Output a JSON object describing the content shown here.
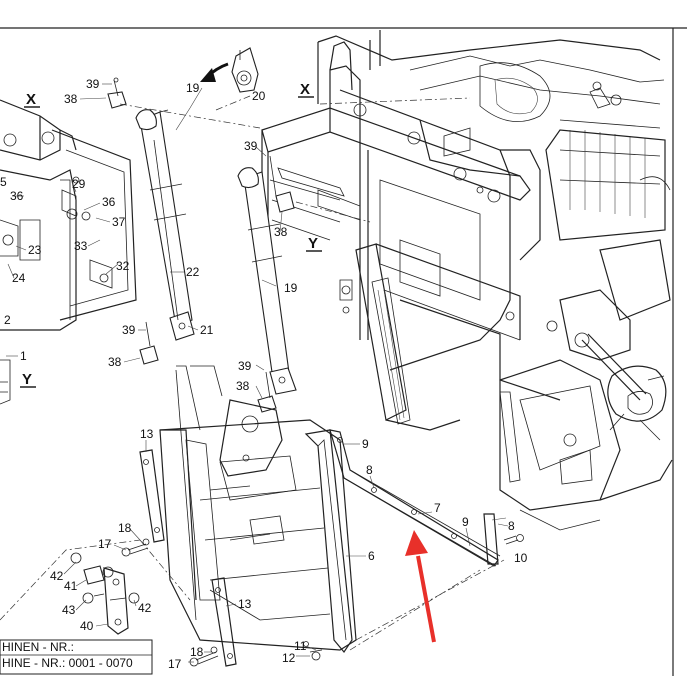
{
  "callouts": {
    "n39a": "39",
    "n38a": "38",
    "n19a": "19",
    "n20": "20",
    "n39b": "39",
    "n38b": "38",
    "n19b": "19",
    "n22": "22",
    "n21": "21",
    "n39c": "39",
    "n38c": "38",
    "n39d": "39",
    "n38d": "38",
    "n29": "29",
    "n36a": "36",
    "n36b": "36",
    "n37": "37",
    "n33": "33",
    "n32": "32",
    "n23": "23",
    "n24": "24",
    "n5": "5",
    "n2": "2",
    "n1": "1",
    "n13a": "13",
    "n13b": "13",
    "n18a": "18",
    "n17a": "17",
    "n18b": "18",
    "n17b": "17",
    "n42a": "42",
    "n41": "41",
    "n43": "43",
    "n40": "40",
    "n42b": "42",
    "n6": "6",
    "n9a": "9",
    "n8a": "8",
    "n7": "7",
    "n9b": "9",
    "n8b": "8",
    "n10": "10",
    "n11": "11",
    "n12": "12"
  },
  "view_labels": {
    "x_left": "X",
    "x_top": "X",
    "y_left": "Y",
    "y_mid": "Y"
  },
  "machine_note": {
    "line1": "HINEN - NR.:",
    "line2": "HINE - NR.: 0001 - 0070"
  },
  "colors": {
    "arrow": "#e8302a",
    "line": "#222222"
  }
}
